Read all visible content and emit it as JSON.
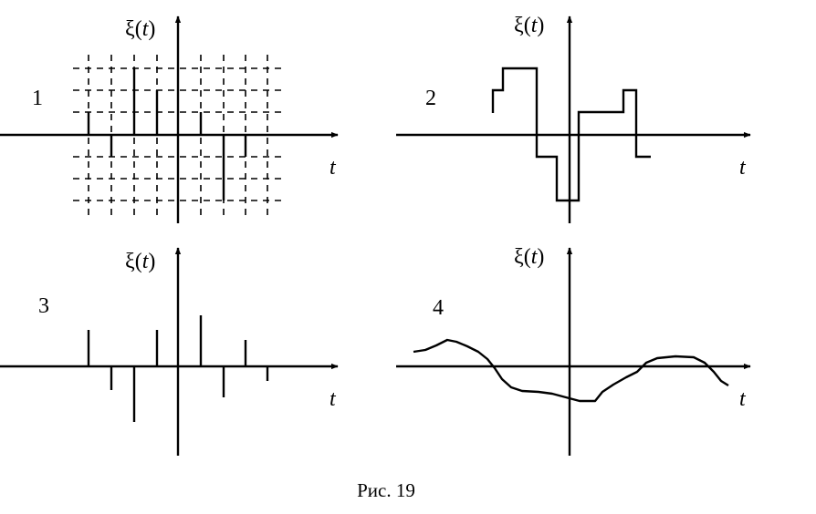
{
  "caption": "Рис. 19",
  "panels": [
    {
      "number": "1",
      "y_symbol": "ξ",
      "y_open": "(",
      "y_var": "t",
      "y_close": ")",
      "x_label": "t"
    },
    {
      "number": "2",
      "y_symbol": "ξ",
      "y_open": "(",
      "y_var": "t",
      "y_close": ")",
      "x_label": "t"
    },
    {
      "number": "3",
      "y_symbol": "ξ",
      "y_open": "(",
      "y_var": "t",
      "y_close": ")",
      "x_label": "t"
    },
    {
      "number": "4",
      "y_symbol": "ξ",
      "y_open": "(",
      "y_var": "t",
      "y_close": ")",
      "x_label": "t"
    }
  ]
}
